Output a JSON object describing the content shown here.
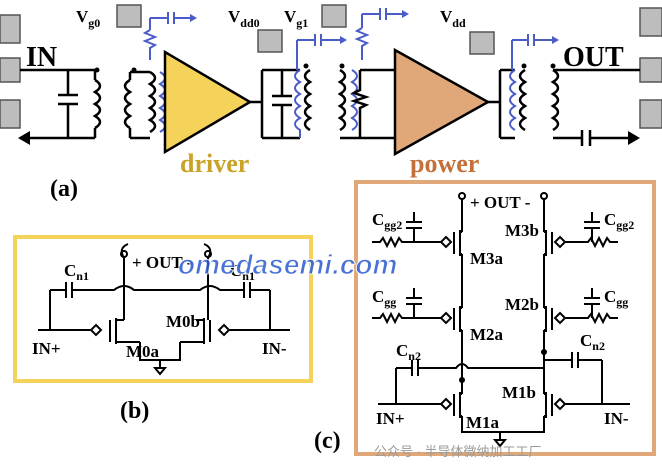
{
  "watermark": "omedasemi.com",
  "footer": "公众号 · 半导体微纳加工工厂",
  "panel_a": {
    "label": "(a)",
    "in": "IN",
    "out": "OUT",
    "driver": "driver",
    "power": "power",
    "vg0": {
      "main": "V",
      "sub": "g0"
    },
    "vdd0": {
      "main": "V",
      "sub": "dd0"
    },
    "vg1": {
      "main": "V",
      "sub": "g1"
    },
    "vdd": {
      "main": "V",
      "sub": "dd"
    }
  },
  "panel_b": {
    "label": "(b)",
    "out_label": "+ OUT -",
    "cn1_left": {
      "main": "C",
      "sub": "n1"
    },
    "cn1_right": {
      "main": "C",
      "sub": "n1"
    },
    "m0a": "M0a",
    "m0b": "M0b",
    "inp": "IN+",
    "inn": "IN-"
  },
  "panel_c": {
    "label": "(c)",
    "out_label": "+ OUT -",
    "cgg2_left": {
      "main": "C",
      "sub": "gg2"
    },
    "cgg2_right": {
      "main": "C",
      "sub": "gg2"
    },
    "cgg_left": {
      "main": "C",
      "sub": "gg"
    },
    "cgg_right": {
      "main": "C",
      "sub": "gg"
    },
    "cn2_left": {
      "main": "C",
      "sub": "n2"
    },
    "cn2_right": {
      "main": "C",
      "sub": "n2"
    },
    "m3a": "M3a",
    "m3b": "M3b",
    "m2a": "M2a",
    "m2b": "M2b",
    "m1a": "M1a",
    "m1b": "M1b",
    "inp": "IN+",
    "inn": "IN-"
  },
  "colors": {
    "driver_fill": "#f5d35a",
    "driver_text": "#c9a227",
    "power_fill": "#e0a878",
    "power_text": "#c4703a",
    "bias_blue": "#4a5cc8",
    "pad_gray": "#bdbdbd",
    "panel_b_border": "#f5d35a",
    "panel_c_border": "#e0a878"
  }
}
